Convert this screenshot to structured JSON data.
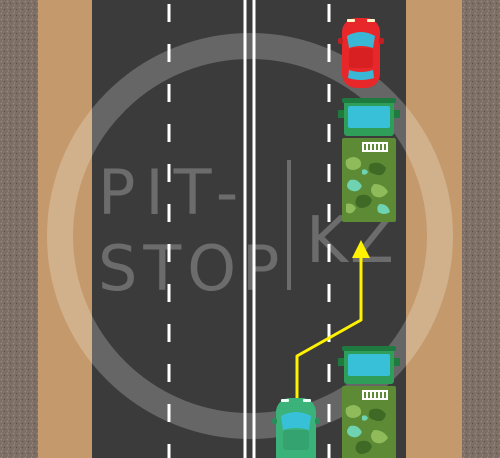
{
  "scene": {
    "title": "",
    "road": {
      "lanes_per_direction": 2,
      "center_line": "double-solid",
      "lane_divider": "dashed"
    },
    "colors": {
      "asphalt": "#3b3b3b",
      "sidewalk": "#c49a6c",
      "gravel": "#7d6f65",
      "marking": "#ffffff",
      "red_car": "#e8272a",
      "green_car": "#3bb27a",
      "truck_cab": "#2f9e58",
      "truck_windshield": "#37c0d8",
      "camo_base": "#5d8b35",
      "arrow": "#fff200"
    },
    "vehicles": [
      {
        "name": "red-car",
        "lane": "right-outer",
        "direction": "up",
        "icon": "car-icon"
      },
      {
        "name": "military-truck-front",
        "lane": "right-outer",
        "direction": "up",
        "icon": "truck-icon"
      },
      {
        "name": "military-truck-rear",
        "lane": "right-outer",
        "direction": "up",
        "icon": "truck-icon"
      },
      {
        "name": "green-car",
        "lane": "right-inner",
        "direction": "up",
        "icon": "car-icon"
      }
    ],
    "maneuver_arrow": {
      "icon": "arrow-up-icon",
      "description": ""
    }
  },
  "watermark": {
    "line1": "PIT-",
    "line2": "STOP",
    "suffix": "KZ"
  }
}
